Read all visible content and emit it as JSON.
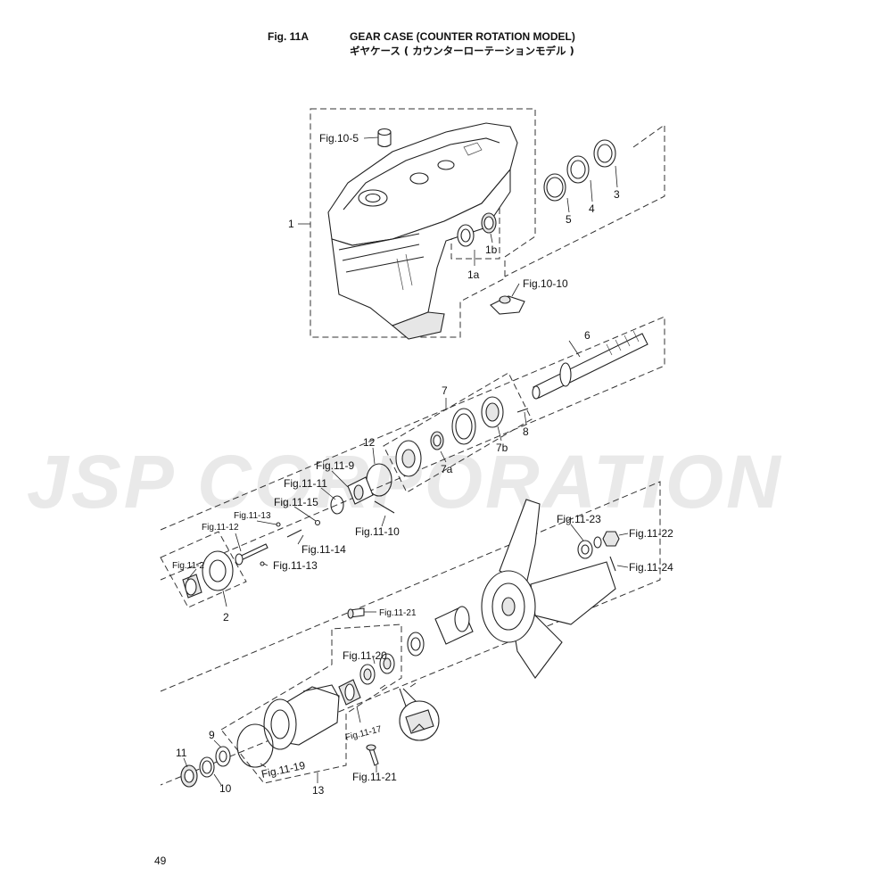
{
  "header": {
    "fig_id": "Fig. 11A",
    "title_en": "GEAR CASE (COUNTER ROTATION MODEL)",
    "title_jp": "ギヤケース ( カウンターローテーションモデル )"
  },
  "watermark": "JSP CORPORATION",
  "page_number": "49",
  "callouts": {
    "c1": "1",
    "c1a": "1a",
    "c1b": "1b",
    "c2": "2",
    "c3": "3",
    "c4": "4",
    "c5": "5",
    "c6": "6",
    "c7": "7",
    "c7a": "7a",
    "c7b": "7b",
    "c8": "8",
    "c9": "9",
    "c10": "10",
    "c11": "11",
    "c12": "12",
    "c13": "13"
  },
  "refs": {
    "fig10_5": "Fig.10-5",
    "fig10_10": "Fig.10-10",
    "fig11_9": "Fig.11-9",
    "fig11_11": "Fig.11-11",
    "fig11_15": "Fig.11-15",
    "fig11_13a": "Fig.11-13",
    "fig11_13b": "Fig.11-13",
    "fig11_12": "Fig.11-12",
    "fig11_2": "Fig.11-2",
    "fig11_14": "Fig.11-14",
    "fig11_10": "Fig.11-10",
    "fig11_23": "Fig.11-23",
    "fig11_22": "Fig.11-22",
    "fig11_24": "Fig.11-24",
    "fig11_21a": "Fig.11-21",
    "fig11_21b": "Fig.11-21",
    "fig11_20": "Fig.11-20",
    "fig11_17": "Fig.11-17",
    "fig11_19": "Fig.11-19"
  }
}
